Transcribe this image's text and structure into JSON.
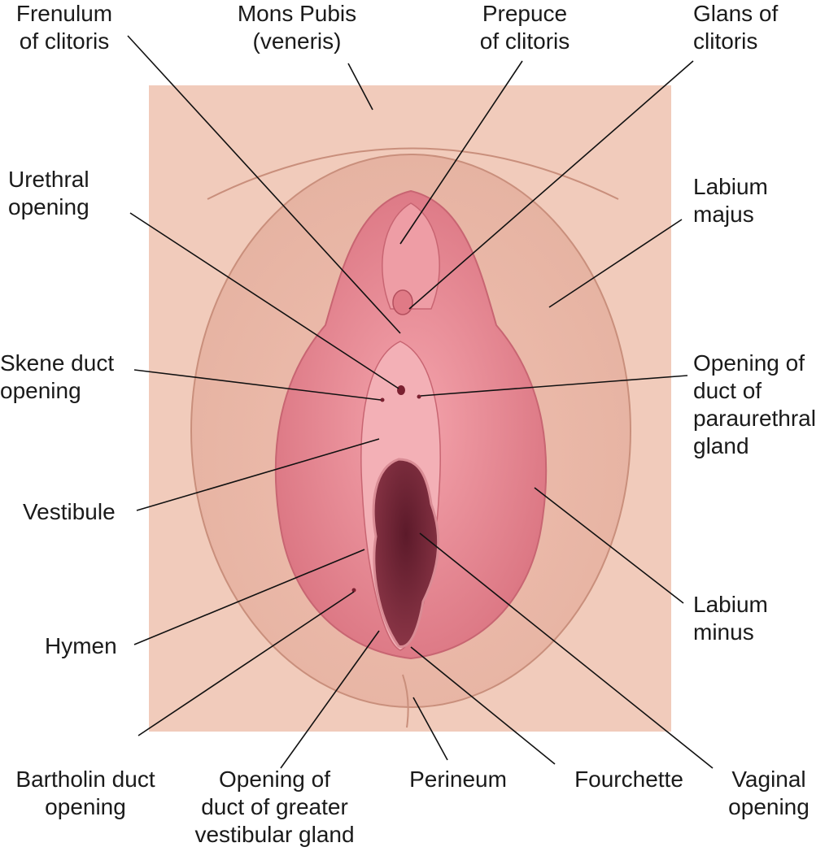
{
  "labels": {
    "frenulum": "Frenulum\nof clitoris",
    "mons": "Mons Pubis\n(veneris)",
    "prepuce": "Prepuce\nof clitoris",
    "glans": "Glans of\nclitoris",
    "urethral": "Urethral\nopening",
    "labium_majus": "Labium\nmajus",
    "skene": "Skene duct\nopening",
    "paraurethral": "Opening of\nduct of\nparaurethral\ngland",
    "vestibule": "Vestibule",
    "labium_minus": "Labium\nminus",
    "hymen": "Hymen",
    "bartholin": "Bartholin duct\nopening",
    "greater_vestibular": "Opening of\nduct of greater\nvestibular gland",
    "perineum": "Perineum",
    "fourchette": "Fourchette",
    "vaginal": "Vaginal\nopening"
  },
  "colors": {
    "panel": "#f1cbbb",
    "labia_majora": "#ebbcab",
    "labia_minora": "#e8919a",
    "vestibule": "#f2a9b0",
    "opening": "#7a2a3a",
    "leader": "#111111"
  }
}
